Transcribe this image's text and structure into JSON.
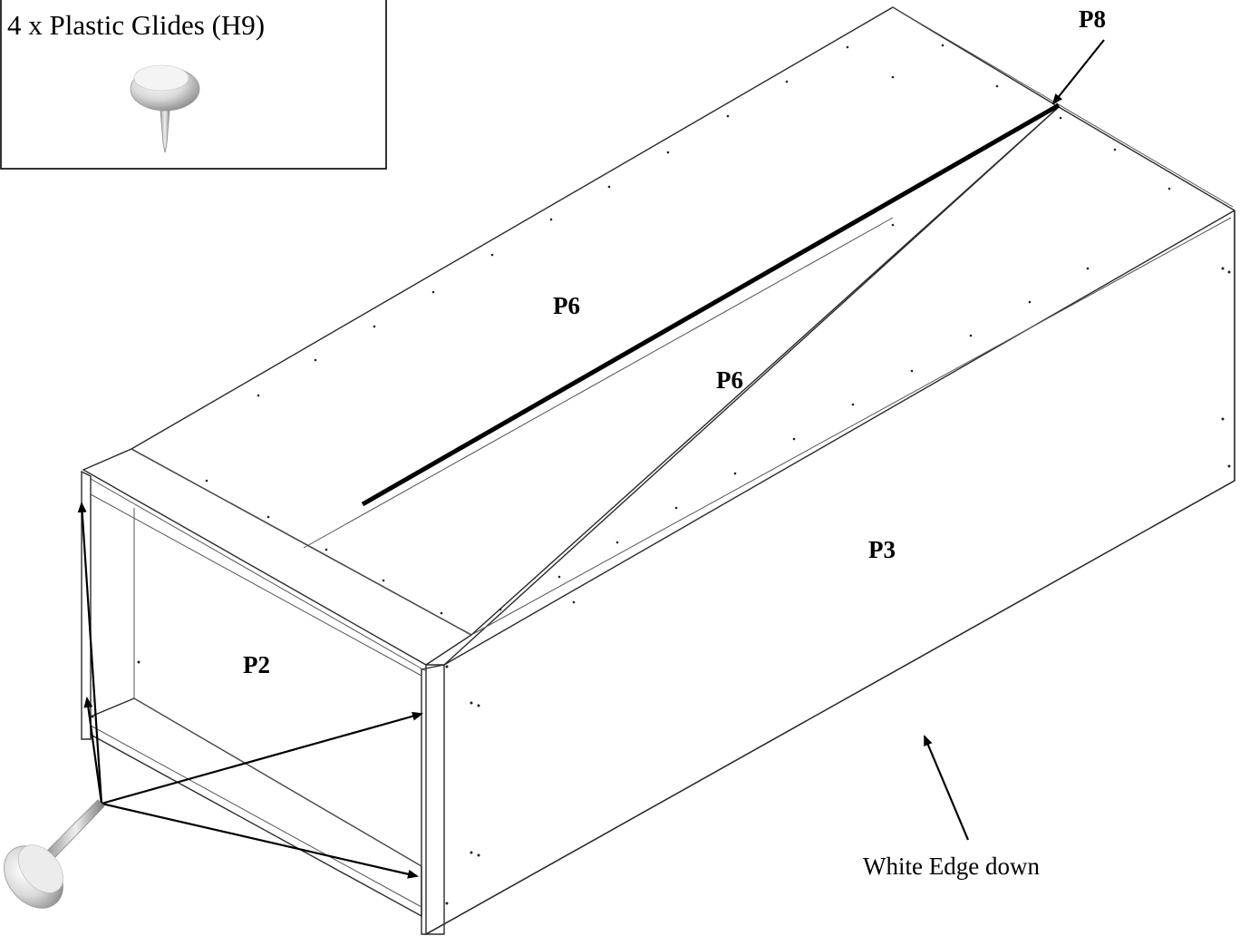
{
  "parts_box": {
    "caption": "4 x Plastic Glides (H9)"
  },
  "labels": {
    "top_left_panel": "P6",
    "top_right_panel": "P6",
    "back_strip": "P8",
    "side_panel": "P3",
    "end_panel": "P2"
  },
  "note": "White Edge down",
  "icons": [
    "plastic-glide-icon"
  ],
  "colors": {
    "ink": "#000000",
    "panel_edge": "#2a2a2a",
    "background": "#ffffff"
  }
}
